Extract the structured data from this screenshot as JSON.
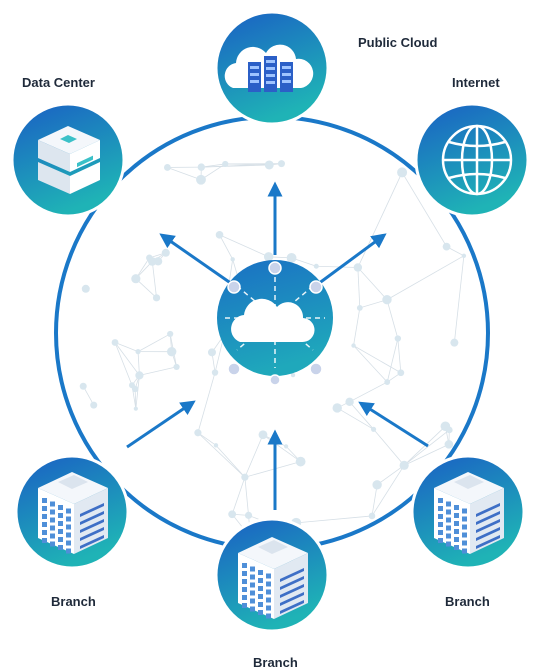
{
  "labels": {
    "public_cloud": "Public Cloud",
    "data_center": "Data Center",
    "internet": "Internet",
    "branch_left": "Branch",
    "branch_bottom": "Branch",
    "branch_right": "Branch"
  },
  "colors": {
    "ring": "#1a78c8",
    "arrow": "#1a78c8",
    "node_grad_top": "#1a5fc4",
    "node_grad_bottom": "#1fb0b8",
    "hub_fill": "#1a8bc2",
    "mesh": "#d4dde4",
    "label": "#1f2a3a"
  },
  "icons": {
    "public_cloud": "cloud-server-icon",
    "data_center": "server-stack-icon",
    "internet": "globe-icon",
    "branch": "office-building-icon",
    "hub": "cloud-icon"
  }
}
